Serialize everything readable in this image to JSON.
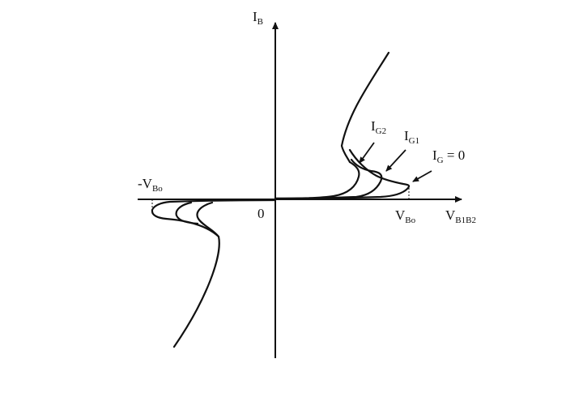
{
  "axes": {
    "y_main": "I",
    "y_sub": "B",
    "x_main": "V",
    "x_sub": "B1B2",
    "origin": "0"
  },
  "markers": {
    "vbo_pos_main": "V",
    "vbo_pos_sub": "Bo",
    "vbo_neg_main": "-V",
    "vbo_neg_sub": "Bo"
  },
  "curves": {
    "ig0_main": "I",
    "ig0_sub": "G",
    "ig0_suffix": " = 0",
    "ig1_main": "I",
    "ig1_sub": "G1",
    "ig2_main": "I",
    "ig2_sub": "G2"
  },
  "colors": {
    "ink": "#111111",
    "background": "#ffffff"
  }
}
